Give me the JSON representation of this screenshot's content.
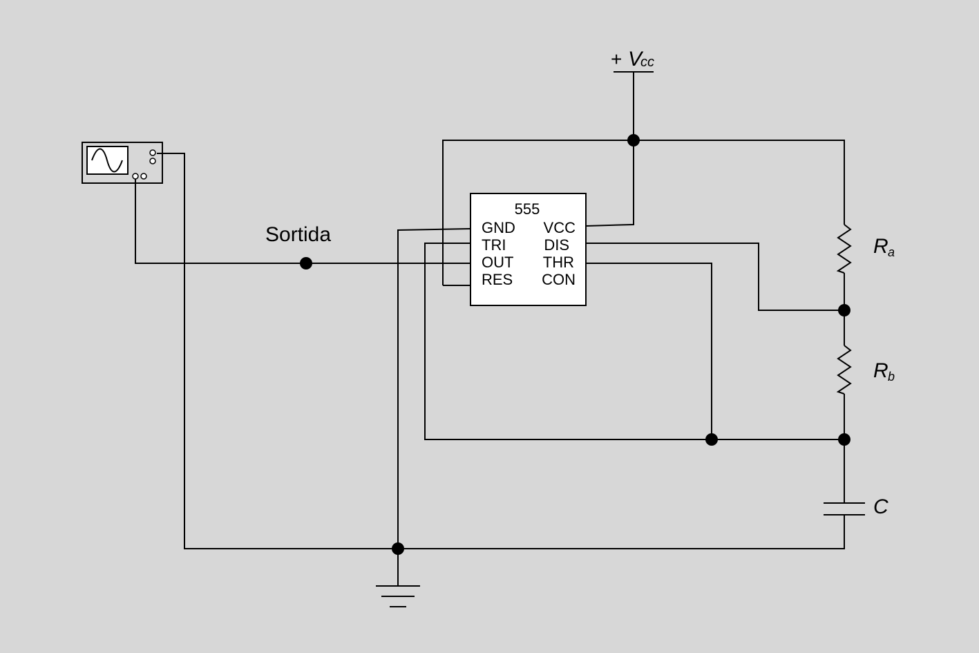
{
  "chip": {
    "name": "555",
    "pins_left": [
      "GND",
      "TRI",
      "OUT",
      "RES"
    ],
    "pins_right": [
      "VCC",
      "DIS",
      "THR",
      "CON"
    ]
  },
  "supply": {
    "sign": "+",
    "symbol": "V",
    "subscript": "cc"
  },
  "output_label": "Sortida",
  "resistor_a": {
    "symbol": "R",
    "subscript": "a"
  },
  "resistor_b": {
    "symbol": "R",
    "subscript": "b"
  },
  "capacitor": {
    "symbol": "C"
  },
  "instrument": {
    "icon": "oscilloscope-icon"
  }
}
